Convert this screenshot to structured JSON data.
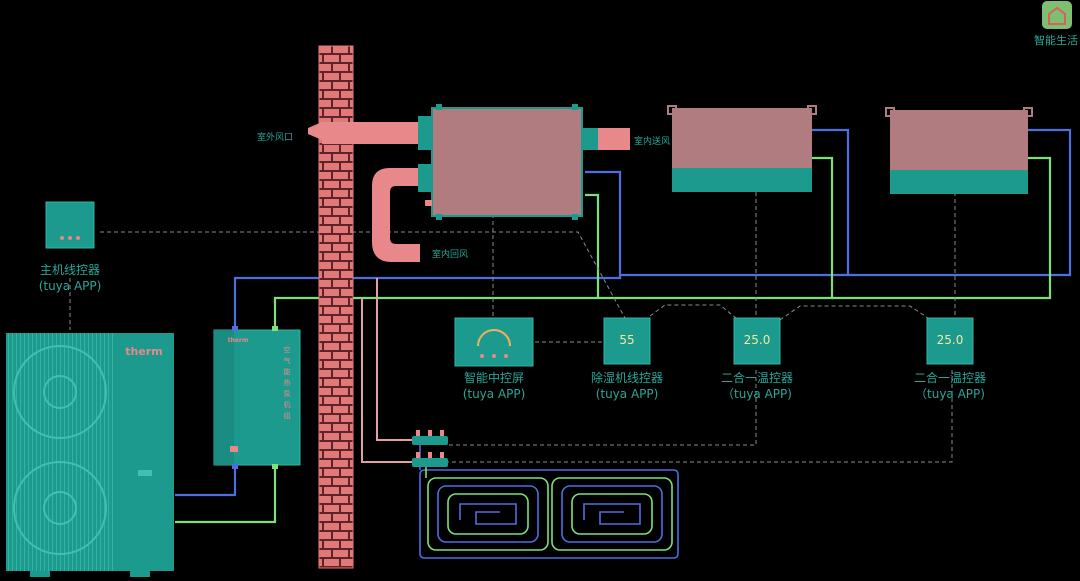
{
  "corner_app": {
    "label": "智能生活",
    "icon": "smart-life-house-icon"
  },
  "labels": {
    "outdoor_vent": "室外风口",
    "indoor_supply": "室内送风",
    "indoor_return": "室内回风"
  },
  "controllers": {
    "main": {
      "title": "主机线控器",
      "subtitle": "(tuya APP)"
    },
    "smart_screen": {
      "title": "智能中控屏",
      "subtitle": "(tuya APP)"
    },
    "dehumid": {
      "title": "除湿机线控器",
      "subtitle": "(tuya APP)",
      "display": "55"
    },
    "thermostat_a": {
      "title": "二合一温控器",
      "subtitle": "（tuya APP)",
      "display": "25.0"
    },
    "thermostat_b": {
      "title": "二合一温控器",
      "subtitle": "（tuya APP)",
      "display": "25.0"
    }
  },
  "heat_pump": {
    "brand": "therm"
  },
  "hydro_module": {
    "brand": "therm",
    "vertical_text": "空气能热泵机组"
  },
  "colors": {
    "wall": "#e2787a",
    "duct": "#e8888a",
    "unit": "#b07c80",
    "teal": "#1d9a8e",
    "blue_pipe": "#4d6fe0",
    "green_pipe": "#7ee07a",
    "dashed": "#8a8a8a"
  }
}
